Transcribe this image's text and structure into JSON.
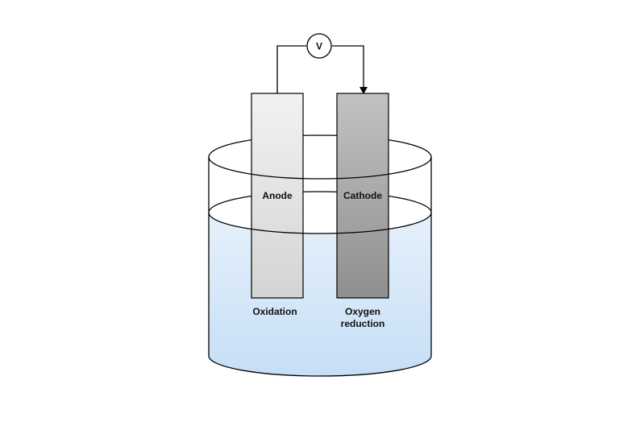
{
  "labels": {
    "voltmeter": "V",
    "anode": "Anode",
    "cathode": "Cathode",
    "oxidation": "Oxidation",
    "oxygen_reduction_line1": "Oxygen",
    "oxygen_reduction_line2": "reduction"
  },
  "colors": {
    "electrolyte_top": "#e6f1fb",
    "electrolyte_bottom": "#c6def6",
    "anode_light": "#f2f2f2",
    "anode_dark": "#d4d4d4",
    "cathode_light": "#c2c2c2",
    "cathode_dark": "#8f8f8f",
    "outline": "#000000"
  }
}
